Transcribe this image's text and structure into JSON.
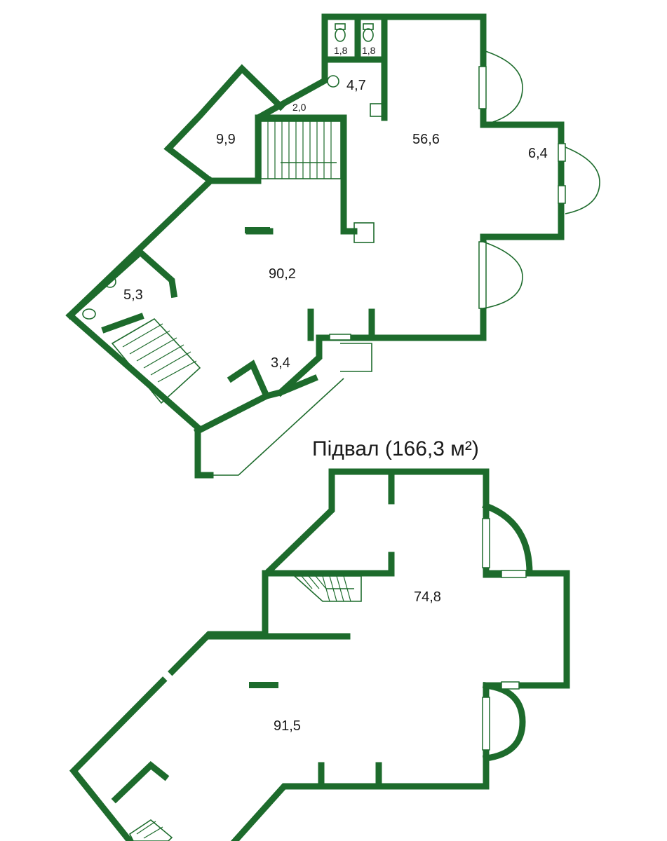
{
  "floor1": {
    "rooms": [
      {
        "id": "wc-a",
        "area": "1,8"
      },
      {
        "id": "wc-b",
        "area": "1,8"
      },
      {
        "id": "bath",
        "area": "4,7"
      },
      {
        "id": "hall",
        "area": "2,0"
      },
      {
        "id": "room-top",
        "area": "56,6"
      },
      {
        "id": "room-left",
        "area": "9,9"
      },
      {
        "id": "balcony",
        "area": "6,4"
      },
      {
        "id": "room-main",
        "area": "90,2"
      },
      {
        "id": "wc-c",
        "area": "5,3"
      },
      {
        "id": "vestibule",
        "area": "3,4"
      }
    ]
  },
  "basement": {
    "title": "Підвал (166,3 м²)",
    "rooms": [
      {
        "id": "b-upper",
        "area": "74,8"
      },
      {
        "id": "b-lower",
        "area": "91,5"
      }
    ]
  },
  "colors": {
    "wall": "#1d6b2c",
    "text": "#1a1a1a",
    "background": "#ffffff"
  }
}
